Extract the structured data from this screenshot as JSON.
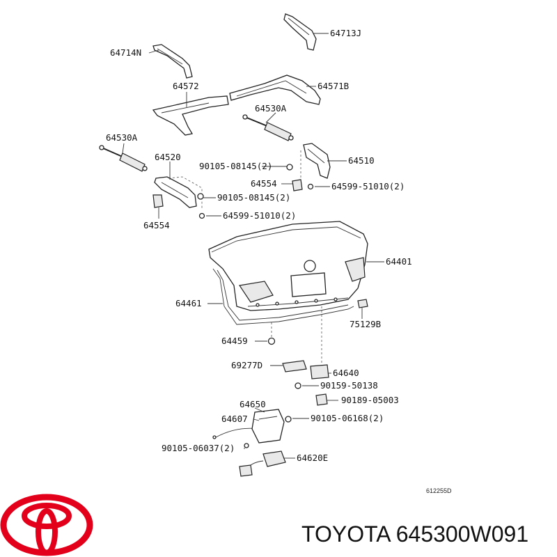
{
  "labels": {
    "p64713J": "64713J",
    "p64714N": "64714N",
    "p64572": "64572",
    "p64571B": "64571B",
    "p64530A_right": "64530A",
    "p64530A_left": "64530A",
    "p64520": "64520",
    "p90105_08145_upper": "90105-08145(2)",
    "p64510": "64510",
    "p64554_right": "64554",
    "p64599_51010_right": "64599-51010(2)",
    "p90105_08145_lower": "90105-08145(2)",
    "p64599_51010_left": "64599-51010(2)",
    "p64554_left": "64554",
    "p64401": "64401",
    "p64461": "64461",
    "p75129B": "75129B",
    "p64459": "64459",
    "p69277D": "69277D",
    "p64640": "64640",
    "p90159_50138": "90159-50138",
    "p90189_05003": "90189-05003",
    "p64650": "64650",
    "p64607": "64607",
    "p90105_06168": "90105-06168(2)",
    "p90105_06037": "90105-06037(2)",
    "p64620E": "64620E"
  },
  "diagram_code": "612255D",
  "caption": "TOYOTA 645300W091",
  "brand_color": "#e3001b"
}
